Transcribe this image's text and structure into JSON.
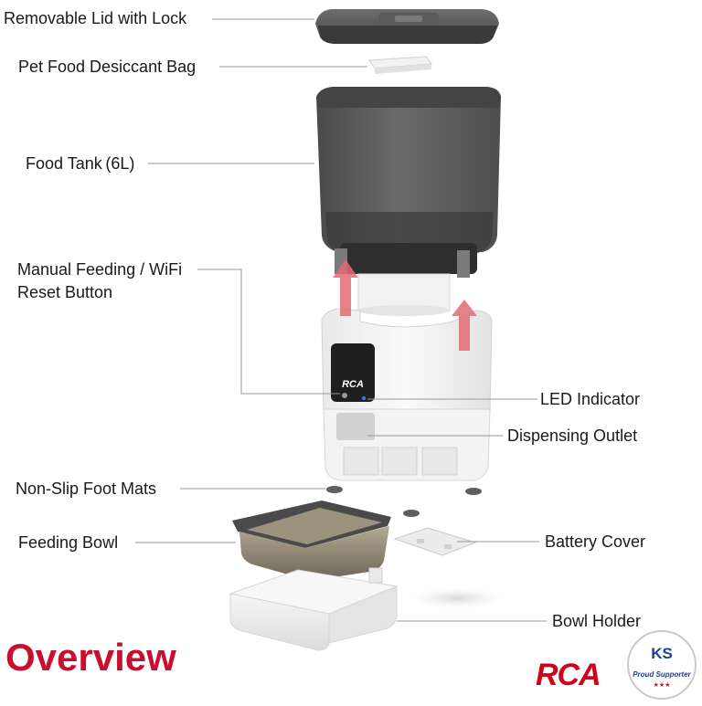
{
  "labels": {
    "lid": "Removable Lid with Lock",
    "desiccant": "Pet Food Desiccant Bag",
    "tank": "Food Tank (6L)",
    "manual_1": "Manual Feeding / WiFi",
    "manual_2": "Reset Button",
    "led": "LED Indicator",
    "outlet": "Dispensing Outlet",
    "foot": "Non-Slip Foot Mats",
    "bowl": "Feeding Bowl",
    "battery": "Battery Cover",
    "holder": "Bowl Holder"
  },
  "title": "Overview",
  "device_logo": "RCA",
  "brand_logo": "RCA",
  "badge": {
    "top": "KS",
    "subtitle": "Proud Supporter",
    "stars": "★★★"
  },
  "colors": {
    "title_red": "#c8102e",
    "brand_red": "#d0021b",
    "tank_gray": "#5b5b5b",
    "body_white": "#f4f4f4",
    "arrow_red": "#e06b72",
    "bowl_bronze": "#8a7f6e",
    "led_blue": "#2f7be0"
  }
}
